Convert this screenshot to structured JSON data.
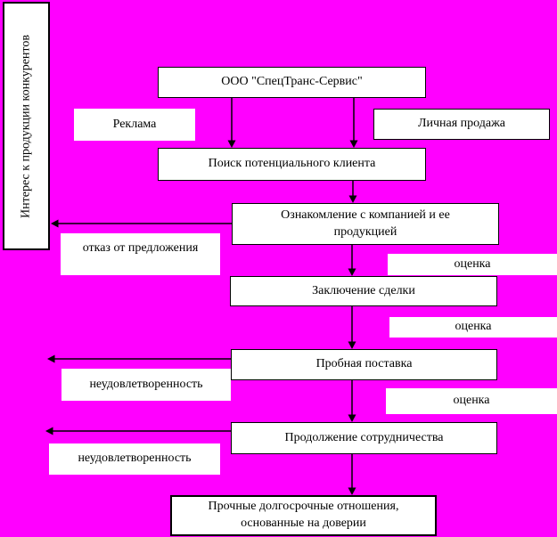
{
  "diagram": {
    "title_note": "Sales process flowchart",
    "colors": {
      "background": "#FF00FF",
      "box_fill": "#FFFFFF",
      "line": "#000000"
    },
    "side_label": "Интерес к продукции конкурентов",
    "nodes": {
      "company": "ООО \"СпецТранс-Сервис\"",
      "search": "Поиск потенциального клиента",
      "intro": [
        "Ознакомление с компанией и ее",
        "продукцией"
      ],
      "deal": "Заключение сделки",
      "trial": "Пробная поставка",
      "continuation": "Продолжение сотрудничества",
      "final": [
        "Прочные долгосрочные отношения,",
        "основанные на доверии"
      ]
    },
    "labels": {
      "advertising": "Реклама",
      "personal_selling": "Личная продажа",
      "refusal": "отказ от предложения",
      "evaluation1": "оценка",
      "evaluation2": "оценка",
      "evaluation3": "оценка",
      "dissatisfaction1": "неудовлетворенность",
      "dissatisfaction2": "неудовлетворенность"
    }
  }
}
